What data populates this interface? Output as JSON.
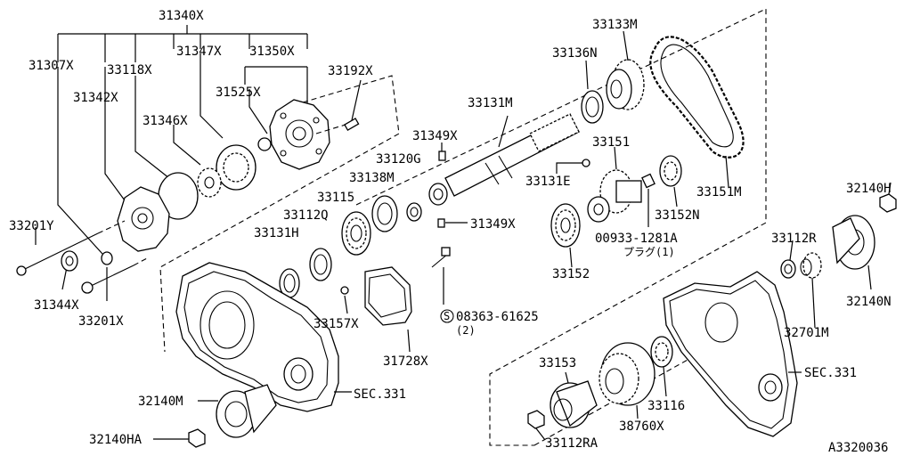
{
  "diagram": {
    "id_code": "A3320036",
    "labels": {
      "p31340X": "31340X",
      "p31307X": "31307X",
      "p33118X": "33118X",
      "p31347X": "31347X",
      "p31350X": "31350X",
      "p31342X": "31342X",
      "p31525X": "31525X",
      "p33192X": "33192X",
      "p31346X": "31346X",
      "p33201Y": "33201Y",
      "p31344X": "31344X",
      "p33201X": "33201X",
      "p33131M": "33131M",
      "p33133M": "33133M",
      "p33136N": "33136N",
      "p31349X_top": "31349X",
      "p33120G": "33120G",
      "p33138M": "33138M",
      "p33115": "33115",
      "p33112Q": "33112Q",
      "p33131H": "33131H",
      "p31349X_bot": "31349X",
      "p33131E": "33131E",
      "p33151": "33151",
      "p33151M": "33151M",
      "p33152N": "33152N",
      "p00933": "00933-1281A",
      "p00933_sub": "プラグ(1)",
      "p33152": "33152",
      "p32140H": "32140H",
      "p33112R": "33112R",
      "p32140N": "32140N",
      "p32701M": "32701M",
      "p08363": "08363-61625",
      "p08363_sub": "(2)",
      "p33157X": "33157X",
      "p31728X": "31728X",
      "pSEC331_left": "SEC.331",
      "pSEC331_right": "SEC.331",
      "p32140M": "32140M",
      "p32140HA": "32140HA",
      "p33153": "33153",
      "p33116": "33116",
      "p38760X": "38760X",
      "p33112RA": "33112RA"
    }
  }
}
